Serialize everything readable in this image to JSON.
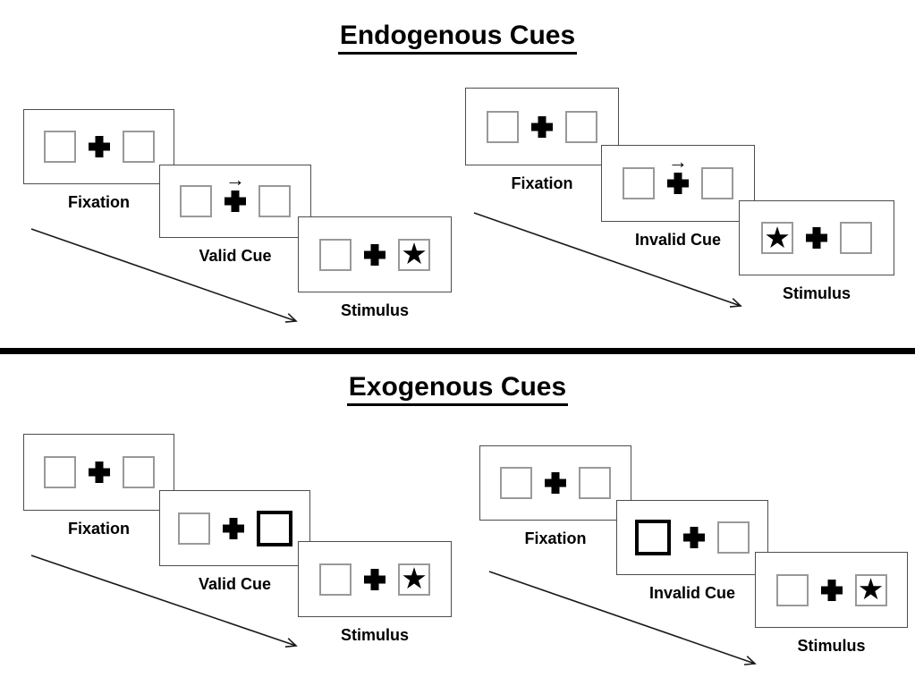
{
  "sections": [
    {
      "title": "Endogenous Cues",
      "sequences": [
        {
          "condition": "valid",
          "panels": {
            "fixation": {
              "label": "Fixation"
            },
            "cue": {
              "label": "Valid Cue",
              "cue_type": "arrow-right"
            },
            "stimulus": {
              "label": "Stimulus",
              "star_side": "right"
            }
          }
        },
        {
          "condition": "invalid",
          "panels": {
            "fixation": {
              "label": "Fixation"
            },
            "cue": {
              "label": "Invalid Cue",
              "cue_type": "arrow-right"
            },
            "stimulus": {
              "label": "Stimulus",
              "star_side": "left"
            }
          }
        }
      ]
    },
    {
      "title": "Exogenous Cues",
      "sequences": [
        {
          "condition": "valid",
          "panels": {
            "fixation": {
              "label": "Fixation"
            },
            "cue": {
              "label": "Valid Cue",
              "cue_type": "highlight-right"
            },
            "stimulus": {
              "label": "Stimulus",
              "star_side": "right"
            }
          }
        },
        {
          "condition": "invalid",
          "panels": {
            "fixation": {
              "label": "Fixation"
            },
            "cue": {
              "label": "Invalid Cue",
              "cue_type": "highlight-left"
            },
            "stimulus": {
              "label": "Stimulus",
              "star_side": "right"
            }
          }
        }
      ]
    }
  ],
  "icons": {
    "star": "★",
    "cue_arrow": "→"
  },
  "colors": {
    "ink": "#000000",
    "panel-border": "#4d4d4d",
    "square-border": "#999999",
    "highlight-border": "#000000",
    "background": "#ffffff"
  }
}
